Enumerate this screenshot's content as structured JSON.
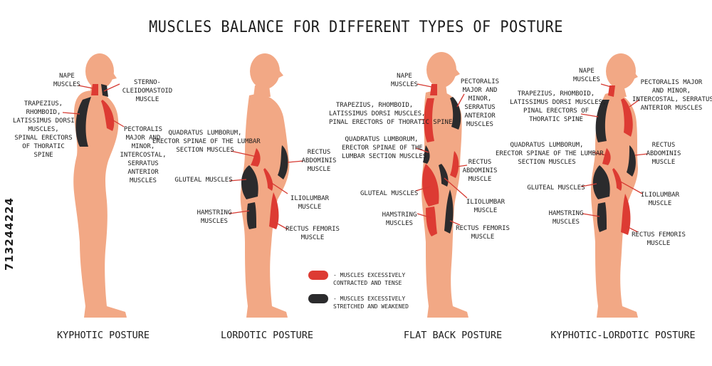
{
  "title": "MUSCLES BALANCE FOR DIFFERENT TYPES OF POSTURE",
  "stock_id": "713244224",
  "colors": {
    "skin": "#f2a885",
    "contracted": "#dd3b33",
    "stretched": "#2b2b2d",
    "line": "#d63a32"
  },
  "legend": {
    "contracted": "- MUSCLES EXCESSIVELY\nCONTRACTED AND TENSE",
    "stretched": "- MUSCLES EXCESSIVELY\nSTRETCHED AND WEAKENED"
  },
  "postures": [
    {
      "caption": "KYPHOTIC POSTURE",
      "labels": {
        "nape": "NAPE\nMUSCLES",
        "sterno": "STERNO-\nCLEIDOMASTOID\nMUSCLE",
        "trapezius": "TRAPEZIUS,\nRHOMBOID,\nLATISSIMUS DORSI\nMUSCLES,\nSPINAL ERECTORS\nOF THORATIC\nSPINE",
        "pectoralis": "PECTORALIS\nMAJOR AND\nMINOR,\nINTERCOSTAL,\nSERRATUS\nANTERIOR\nMUSCLES"
      }
    },
    {
      "caption": "LORDOTIC POSTURE",
      "labels": {
        "quadratus": "QUADRATUS LUMBORUM,\nERECTOR SPINAE OF THE LUMBAR\nSECTION MUSCLES",
        "rectus_abd": "RECTUS\nABDOMINIS\nMUSCLE",
        "gluteal": "GLUTEAL MUSCLES",
        "iliolumbar": "ILIOLUMBAR\nMUSCLE",
        "hamstring": "HAMSTRING\nMUSCLES",
        "rectus_fem": "RECTUS FEMORIS\nMUSCLE"
      }
    },
    {
      "caption": "FLAT BACK POSTURE",
      "labels": {
        "nape": "NAPE\nMUSCLES",
        "pectoralis": "PECTORALIS\nMAJOR AND\nMINOR,\nSERRATUS\nANTERIOR\nMUSCLES",
        "trapezius": "TRAPEZIUS, RHOMBOID,\nLATISSIMUS DORSI MUSCLES,\nPINAL ERECTORS OF THORATIC SPINE",
        "quadratus": "QUADRATUS LUMBORUM,\nERECTOR SPINAE OF THE\nLUMBAR SECTION MUSCLES",
        "rectus_abd": "RECTUS\nABDOMINIS\nMUSCLE",
        "gluteal": "GLUTEAL MUSCLES",
        "iliolumbar": "ILIOLUMBAR\nMUSCLE",
        "hamstring": "HAMSTRING\nMUSCLES",
        "rectus_fem": "RECTUS FEMORIS\nMUSCLE"
      }
    },
    {
      "caption": "KYPHOTIC-LORDOTIC POSTURE",
      "labels": {
        "nape": "NAPE\nMUSCLES",
        "pectoralis": "PECTORALIS MAJOR\nAND MINOR,\nINTERCOSTAL, SERRATUS\nANTERIOR MUSCLES",
        "trapezius": "TRAPEZIUS, RHOMBOID,\nLATISSIMUS DORSI MUSCLES,\nPINAL ERECTORS OF\nTHORATIC SPINE",
        "quadratus": "QUADRATUS LUMBORUM,\nERECTOR SPINAE OF THE LUMBAR\nSECTION MUSCLES",
        "rectus_abd": "RECTUS\nABDOMINIS\nMUSCLE",
        "gluteal": "GLUTEAL MUSCLES",
        "iliolumbar": "ILIOLUMBAR\nMUSCLE",
        "hamstring": "HAMSTRING\nMUSCLES",
        "rectus_fem": "RECTUS FEMORIS\nMUSCLE"
      }
    }
  ]
}
